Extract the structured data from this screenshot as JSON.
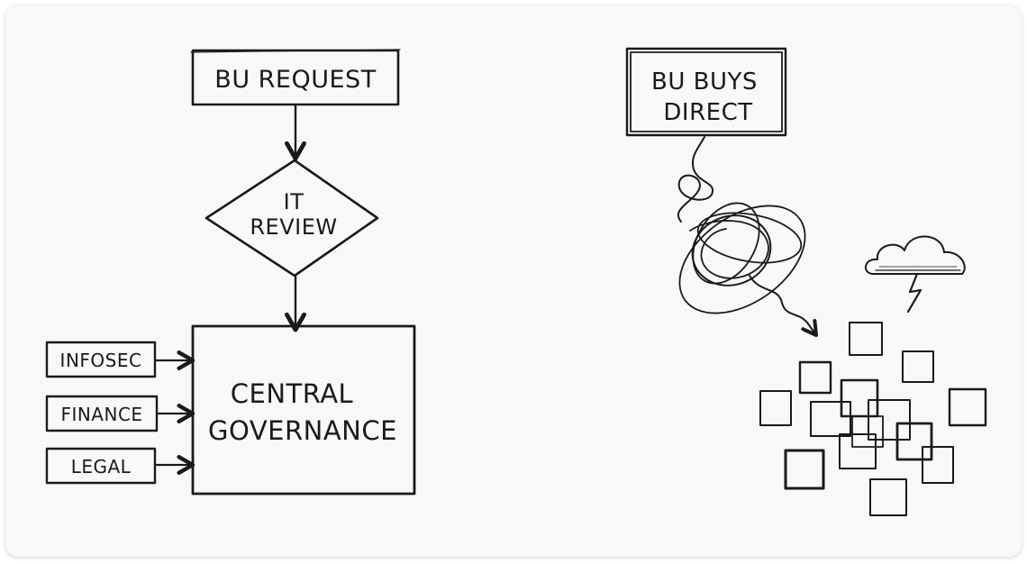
{
  "centralized": {
    "bu_request": "BU REQUEST",
    "it_review_line1": "IT",
    "it_review_line2": "REVIEW",
    "central_line1": "CENTRAL",
    "central_line2": "GOVERNANCE",
    "inputs": [
      "INFOSEC",
      "FINANCE",
      "LEGAL"
    ]
  },
  "shadow": {
    "bu_buys_line1": "BU BUYS",
    "bu_buys_line2": "DIRECT"
  },
  "icons": {
    "cloud": "storm-cloud-icon",
    "lightning": "lightning-icon"
  },
  "colors": {
    "ink": "#1a1a1a",
    "paper": "#f8f8f6"
  }
}
